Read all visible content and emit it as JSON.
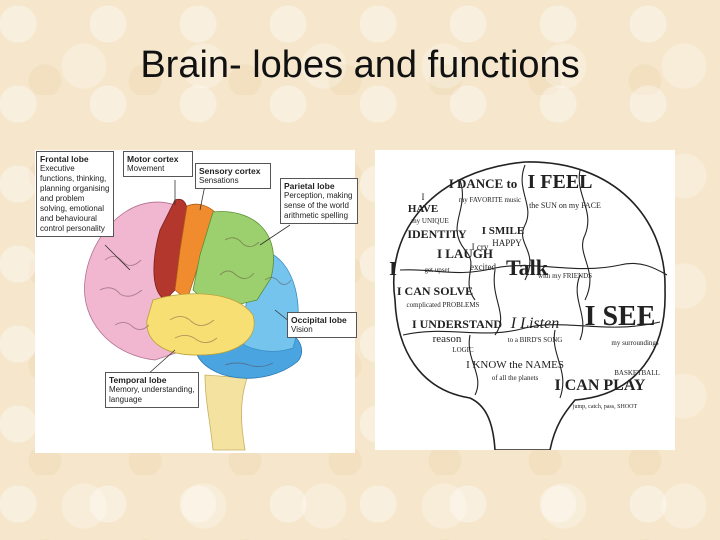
{
  "slide": {
    "title": "Brain- lobes and functions"
  },
  "lobes_diagram": {
    "labels": [
      {
        "key": "frontal",
        "name": "Frontal lobe",
        "description": "Executive functions, thinking, planning organising and problem solving, emotional and behavioural control personality",
        "color": "#f1b6d0"
      },
      {
        "key": "motor",
        "name": "Motor cortex",
        "description": "Movement",
        "color": "#b4372e"
      },
      {
        "key": "sensory",
        "name": "Sensory cortex",
        "description": "Sensations",
        "color": "#f08c2e"
      },
      {
        "key": "parietal",
        "name": "Parietal lobe",
        "description": "Perception, making sense of the world arithmetic spelling",
        "color": "#9ccf6d"
      },
      {
        "key": "occipital",
        "name": "Occipital lobe",
        "description": "Vision",
        "color": "#74c4ee"
      },
      {
        "key": "temporal",
        "name": "Temporal lobe",
        "description": "Memory, understanding, language",
        "color": "#f7df73"
      }
    ],
    "cerebellum_color": "#4aa4e0",
    "stem_color": "#f3e2a0"
  },
  "word_brain": {
    "words": [
      "I",
      "HAVE",
      "my UNIQUE",
      "IDENTITY",
      "I DANCE to",
      "my FAVORITE music",
      "I FEEL",
      "the SUN on my FACE",
      "I LAUGH",
      "I cry",
      "I SMILE",
      "HAPPY",
      "get upset",
      "excited",
      "I",
      "Talk",
      "with my FRIENDS",
      "I CAN SOLVE",
      "complicated PROBLEMS",
      "I UNDERSTAND",
      "reason",
      "LOGIC",
      "I Listen",
      "to a BIRD'S SONG",
      "I SEE",
      "my surroundings",
      "I KNOW the NAMES",
      "of all the planets",
      "I CAN PLAY",
      "BASKETBALL",
      "jump, catch, pass, SHOOT"
    ]
  }
}
